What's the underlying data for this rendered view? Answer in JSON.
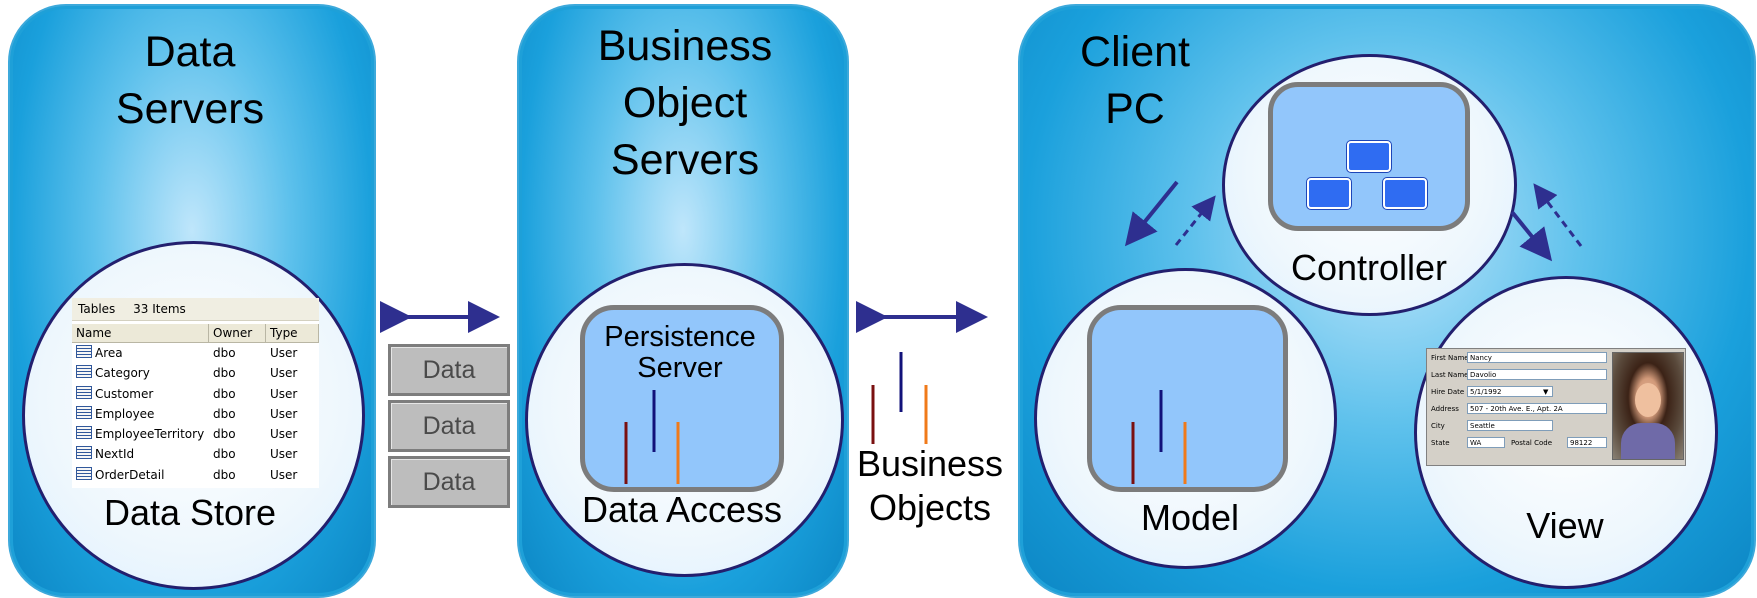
{
  "panels": {
    "data_servers": {
      "title": "Data\nServers",
      "circle_label": "Data Store"
    },
    "business_object_servers": {
      "title": "Business\nObject\nServers",
      "box_label": "Persistence\nServer",
      "circle_label": "Data Access"
    },
    "client_pc": {
      "title": "Client\nPC",
      "controller_label": "Controller",
      "model_label": "Model",
      "view_label": "View"
    }
  },
  "data_boxes": [
    "Data",
    "Data",
    "Data"
  ],
  "business_objects_label": "Business\nObjects",
  "tables_widget": {
    "header_tables": "Tables",
    "header_count": "33 Items",
    "columns": [
      "Name",
      "Owner",
      "Type"
    ],
    "rows": [
      {
        "name": "Area",
        "owner": "dbo",
        "type": "User"
      },
      {
        "name": "Category",
        "owner": "dbo",
        "type": "User"
      },
      {
        "name": "Customer",
        "owner": "dbo",
        "type": "User"
      },
      {
        "name": "Employee",
        "owner": "dbo",
        "type": "User"
      },
      {
        "name": "EmployeeTerritory",
        "owner": "dbo",
        "type": "User"
      },
      {
        "name": "NextId",
        "owner": "dbo",
        "type": "User"
      },
      {
        "name": "OrderDetail",
        "owner": "dbo",
        "type": "User"
      }
    ]
  },
  "employee_form": {
    "first_name_label": "First Name",
    "first_name": "Nancy",
    "last_name_label": "Last Name",
    "last_name": "Davolio",
    "hire_date_label": "Hire Date",
    "hire_date": "5/1/1992",
    "address_label": "Address",
    "address": "507 - 20th Ave. E., Apt. 2A",
    "city_label": "City",
    "city": "Seattle",
    "state_label": "State",
    "state": "WA",
    "postal_label": "Postal Code",
    "postal": "98122"
  },
  "colors": {
    "arrow": "#2e2f8f",
    "bar_dark_red": "#7a1010",
    "bar_navy": "#12127a",
    "bar_orange": "#f07a1a"
  }
}
